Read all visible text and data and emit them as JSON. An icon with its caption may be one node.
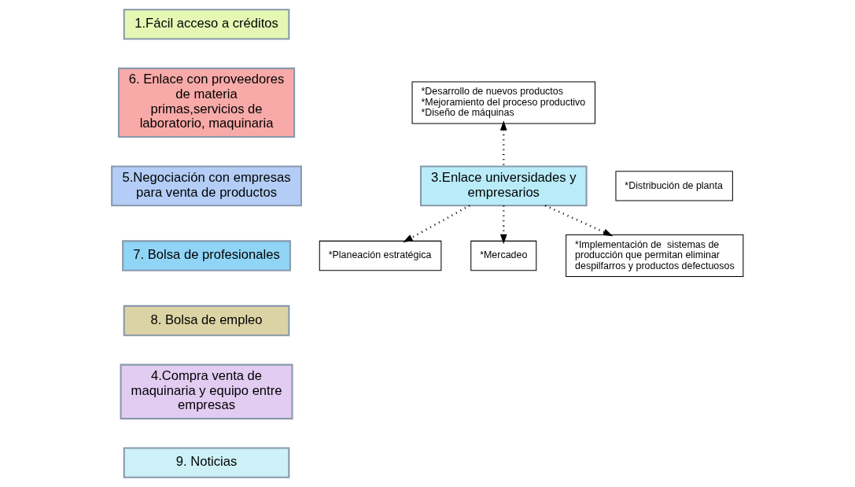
{
  "diagram": {
    "nodes": [
      {
        "text": [
          "1.Fácil acceso a créditos"
        ]
      },
      {
        "text": [
          "6. Enlace con proveedores de materia primas,servicios de laboratorio, maquinaria"
        ]
      },
      {
        "text": [
          "5.Negociación con empresas para venta de productos"
        ]
      },
      {
        "text": [
          "7. Bolsa de profesionales"
        ]
      },
      {
        "text": [
          "8. Bolsa de empleo"
        ]
      },
      {
        "text": [
          "4.Compra venta de maquinaria y equipo entre empresas"
        ]
      },
      {
        "text": [
          "9. Noticias"
        ]
      },
      {
        "text": [
          "*Desarrollo de nuevos productos",
          "*Mejoramiento del proceso productivo",
          "*Diseño de máquinas"
        ]
      },
      {
        "text": [
          "*Distribución de planta"
        ]
      },
      {
        "text": [
          "3.Enlace universidades y empresarios"
        ]
      },
      {
        "text": [
          "*Planeación estratégica"
        ]
      },
      {
        "text": [
          "*Mercadeo"
        ]
      },
      {
        "text": [
          "*Implementación de  sistemas de producción que permitan eliminar despilfarros y productos defectuosos"
        ]
      }
    ],
    "edges": [
      {
        "from": 9,
        "to": 7,
        "arrow": "to"
      },
      {
        "from": 9,
        "to": 10,
        "arrow": "to"
      },
      {
        "from": 9,
        "to": 12,
        "arrow": "to"
      },
      {
        "from": 9,
        "to": 11,
        "arrow": "to"
      }
    ]
  }
}
